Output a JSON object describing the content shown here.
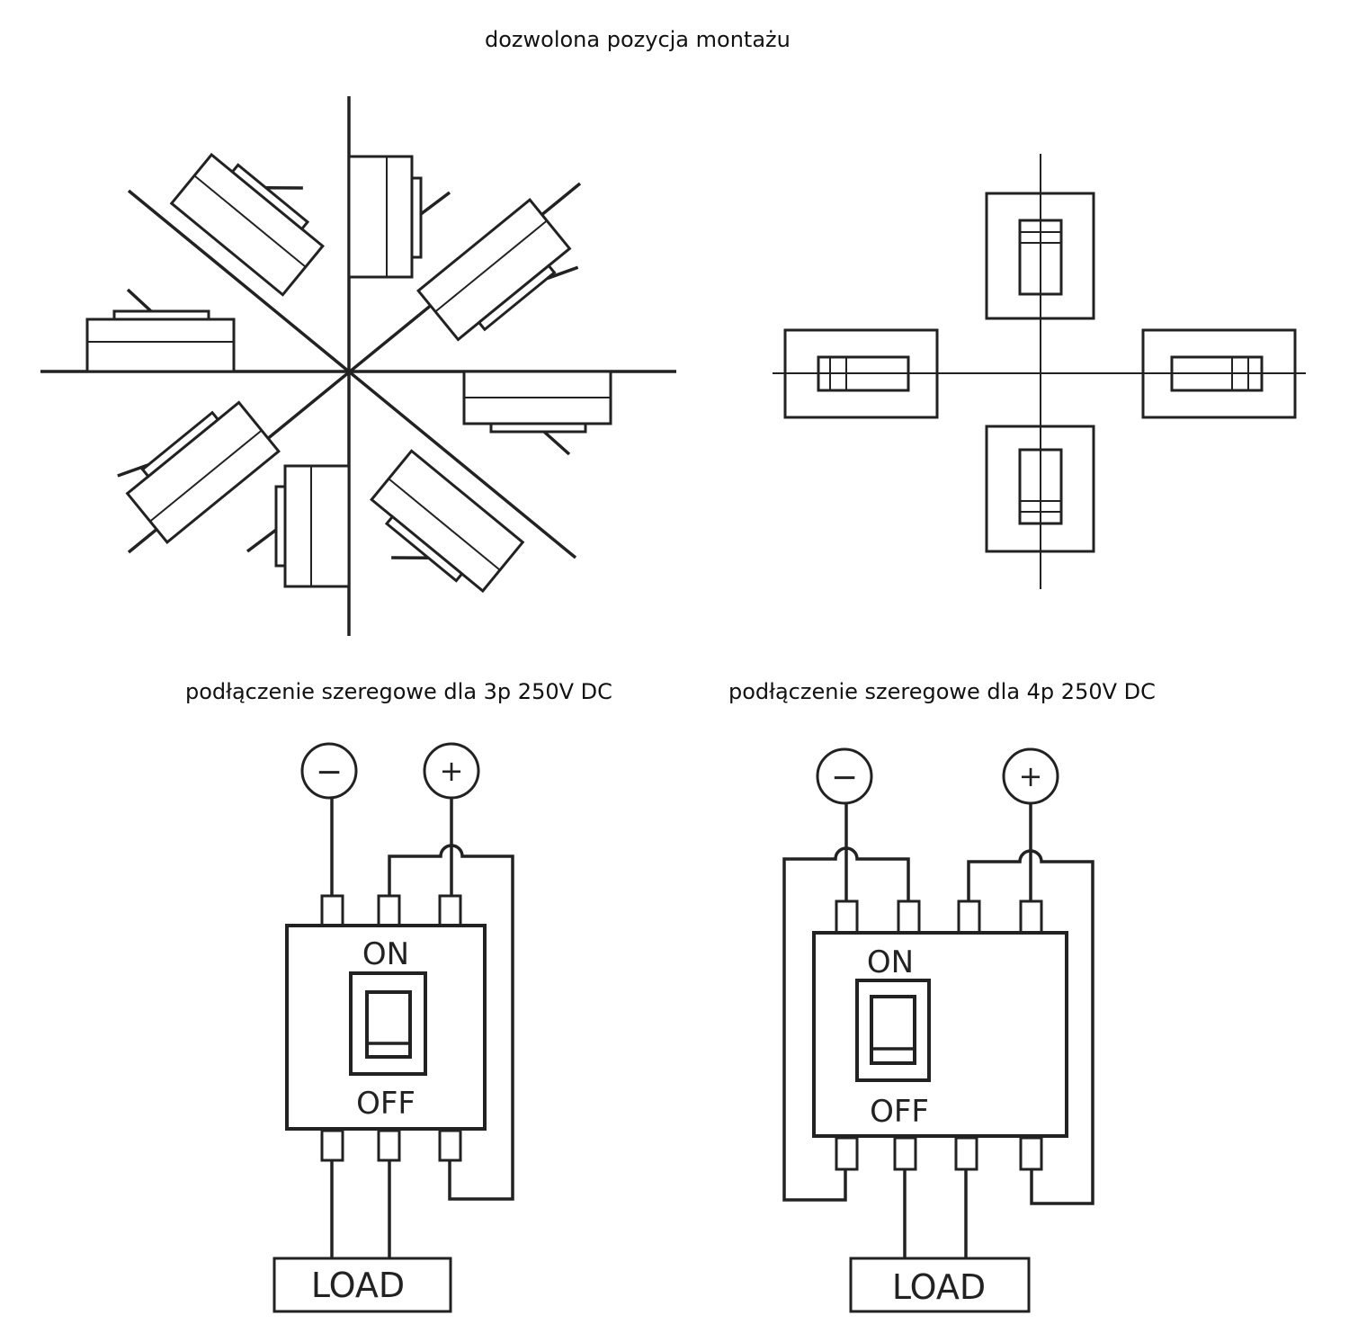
{
  "captions": {
    "mounting": "dozwolona pozycja montażu",
    "series_3p": "podłączenie szeregowe dla 3p 250V DC",
    "series_4p": "podłączenie szeregowe dla 4p 250V DC"
  },
  "labels_3p": {
    "minus": "−",
    "plus": "+",
    "on": "ON",
    "off": "OFF",
    "load": "LOAD"
  },
  "labels_4p": {
    "minus": "−",
    "plus": "+",
    "on": "ON",
    "off": "OFF",
    "load": "LOAD"
  }
}
